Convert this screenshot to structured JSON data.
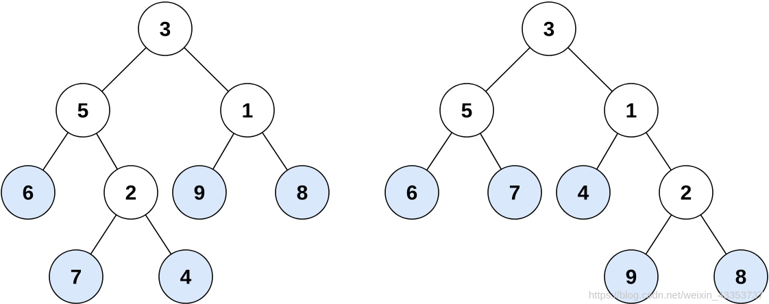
{
  "colors": {
    "node_fill": "#ffffff",
    "leaf_fill": "#dae8fc",
    "leaf_stroke": "#6c8ebf",
    "stroke": "#000000",
    "watermark": "#c8c8c8"
  },
  "trees": [
    {
      "nodes": [
        {
          "id": "a3",
          "label": "3",
          "leaf": false
        },
        {
          "id": "a5",
          "label": "5",
          "leaf": false
        },
        {
          "id": "a1",
          "label": "1",
          "leaf": false
        },
        {
          "id": "a6",
          "label": "6",
          "leaf": true
        },
        {
          "id": "a2",
          "label": "2",
          "leaf": false
        },
        {
          "id": "a9",
          "label": "9",
          "leaf": true
        },
        {
          "id": "a8",
          "label": "8",
          "leaf": true
        },
        {
          "id": "a7",
          "label": "7",
          "leaf": true
        },
        {
          "id": "a4",
          "label": "4",
          "leaf": true
        }
      ],
      "edges": [
        [
          "a3",
          "a5"
        ],
        [
          "a3",
          "a1"
        ],
        [
          "a5",
          "a6"
        ],
        [
          "a5",
          "a2"
        ],
        [
          "a1",
          "a9"
        ],
        [
          "a1",
          "a8"
        ],
        [
          "a2",
          "a7"
        ],
        [
          "a2",
          "a4"
        ]
      ]
    },
    {
      "nodes": [
        {
          "id": "b3",
          "label": "3",
          "leaf": false
        },
        {
          "id": "b5",
          "label": "5",
          "leaf": false
        },
        {
          "id": "b1",
          "label": "1",
          "leaf": false
        },
        {
          "id": "b6",
          "label": "6",
          "leaf": true
        },
        {
          "id": "b7",
          "label": "7",
          "leaf": true
        },
        {
          "id": "b4",
          "label": "4",
          "leaf": true
        },
        {
          "id": "b2",
          "label": "2",
          "leaf": false
        },
        {
          "id": "b9",
          "label": "9",
          "leaf": true
        },
        {
          "id": "b8",
          "label": "8",
          "leaf": true
        }
      ],
      "edges": [
        [
          "b3",
          "b5"
        ],
        [
          "b3",
          "b1"
        ],
        [
          "b5",
          "b6"
        ],
        [
          "b5",
          "b7"
        ],
        [
          "b1",
          "b4"
        ],
        [
          "b1",
          "b2"
        ],
        [
          "b2",
          "b9"
        ],
        [
          "b2",
          "b8"
        ]
      ]
    }
  ],
  "watermark": "https://blog.csdn.net/weixin_43353737"
}
